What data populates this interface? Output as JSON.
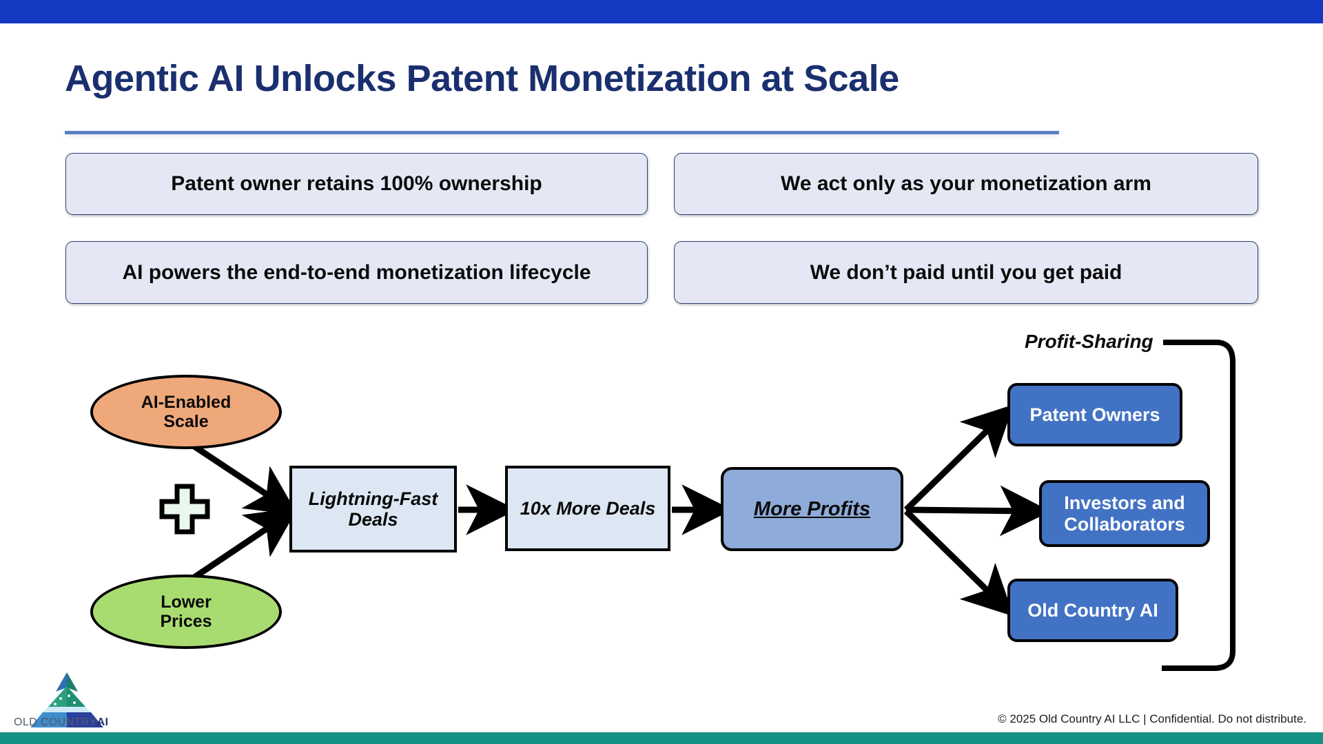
{
  "slide": {
    "title": "Agentic AI Unlocks Patent Monetization at Scale",
    "accent_top_color": "#1639c4",
    "accent_bottom_color": "#159184",
    "title_color": "#1a2f6e"
  },
  "claims": [
    {
      "text": "Patent owner retains 100% ownership"
    },
    {
      "text": "We act only as your monetization arm"
    },
    {
      "text": "AI powers the end-to-end monetization lifecycle"
    },
    {
      "text": "We don’t paid until you get paid"
    }
  ],
  "diagram": {
    "inputs": [
      {
        "id": "ai-enabled-scale",
        "label": "AI-Enabled\nScale",
        "shape": "ellipse",
        "color": "#efa87a"
      },
      {
        "id": "lower-prices",
        "label": "Lower\nPrices",
        "shape": "ellipse",
        "color": "#a9dc70"
      }
    ],
    "operator": {
      "id": "plus",
      "symbol": "+",
      "color": "#eaf7ee"
    },
    "process": [
      {
        "id": "lightning-fast-deals",
        "label": "Lightning-Fast\nDeals",
        "shape": "rect",
        "color": "#dce7f3"
      },
      {
        "id": "ten-x-more-deals",
        "label": "10x More Deals",
        "shape": "rect",
        "color": "#dce7f3"
      },
      {
        "id": "more-profits",
        "label": "More Profits",
        "shape": "rounded-rect",
        "color": "#8eabd9",
        "underline": true
      }
    ],
    "outcomes": [
      {
        "id": "patent-owners",
        "label": "Patent Owners",
        "color": "#4272c4"
      },
      {
        "id": "investors-and-collaborators",
        "label": "Investors and\nCollaborators",
        "color": "#4272c4"
      },
      {
        "id": "old-country-ai",
        "label": "Old Country AI",
        "color": "#4272c4"
      }
    ],
    "loop_label": "Profit-Sharing"
  },
  "logo": {
    "name_main": "OLD COUNTRY",
    "name_accent": "AI",
    "icon": "pyramid-mountain-icon"
  },
  "footer": {
    "copyright": "© 2025 Old Country AI LLC | Confidential. Do not distribute."
  }
}
